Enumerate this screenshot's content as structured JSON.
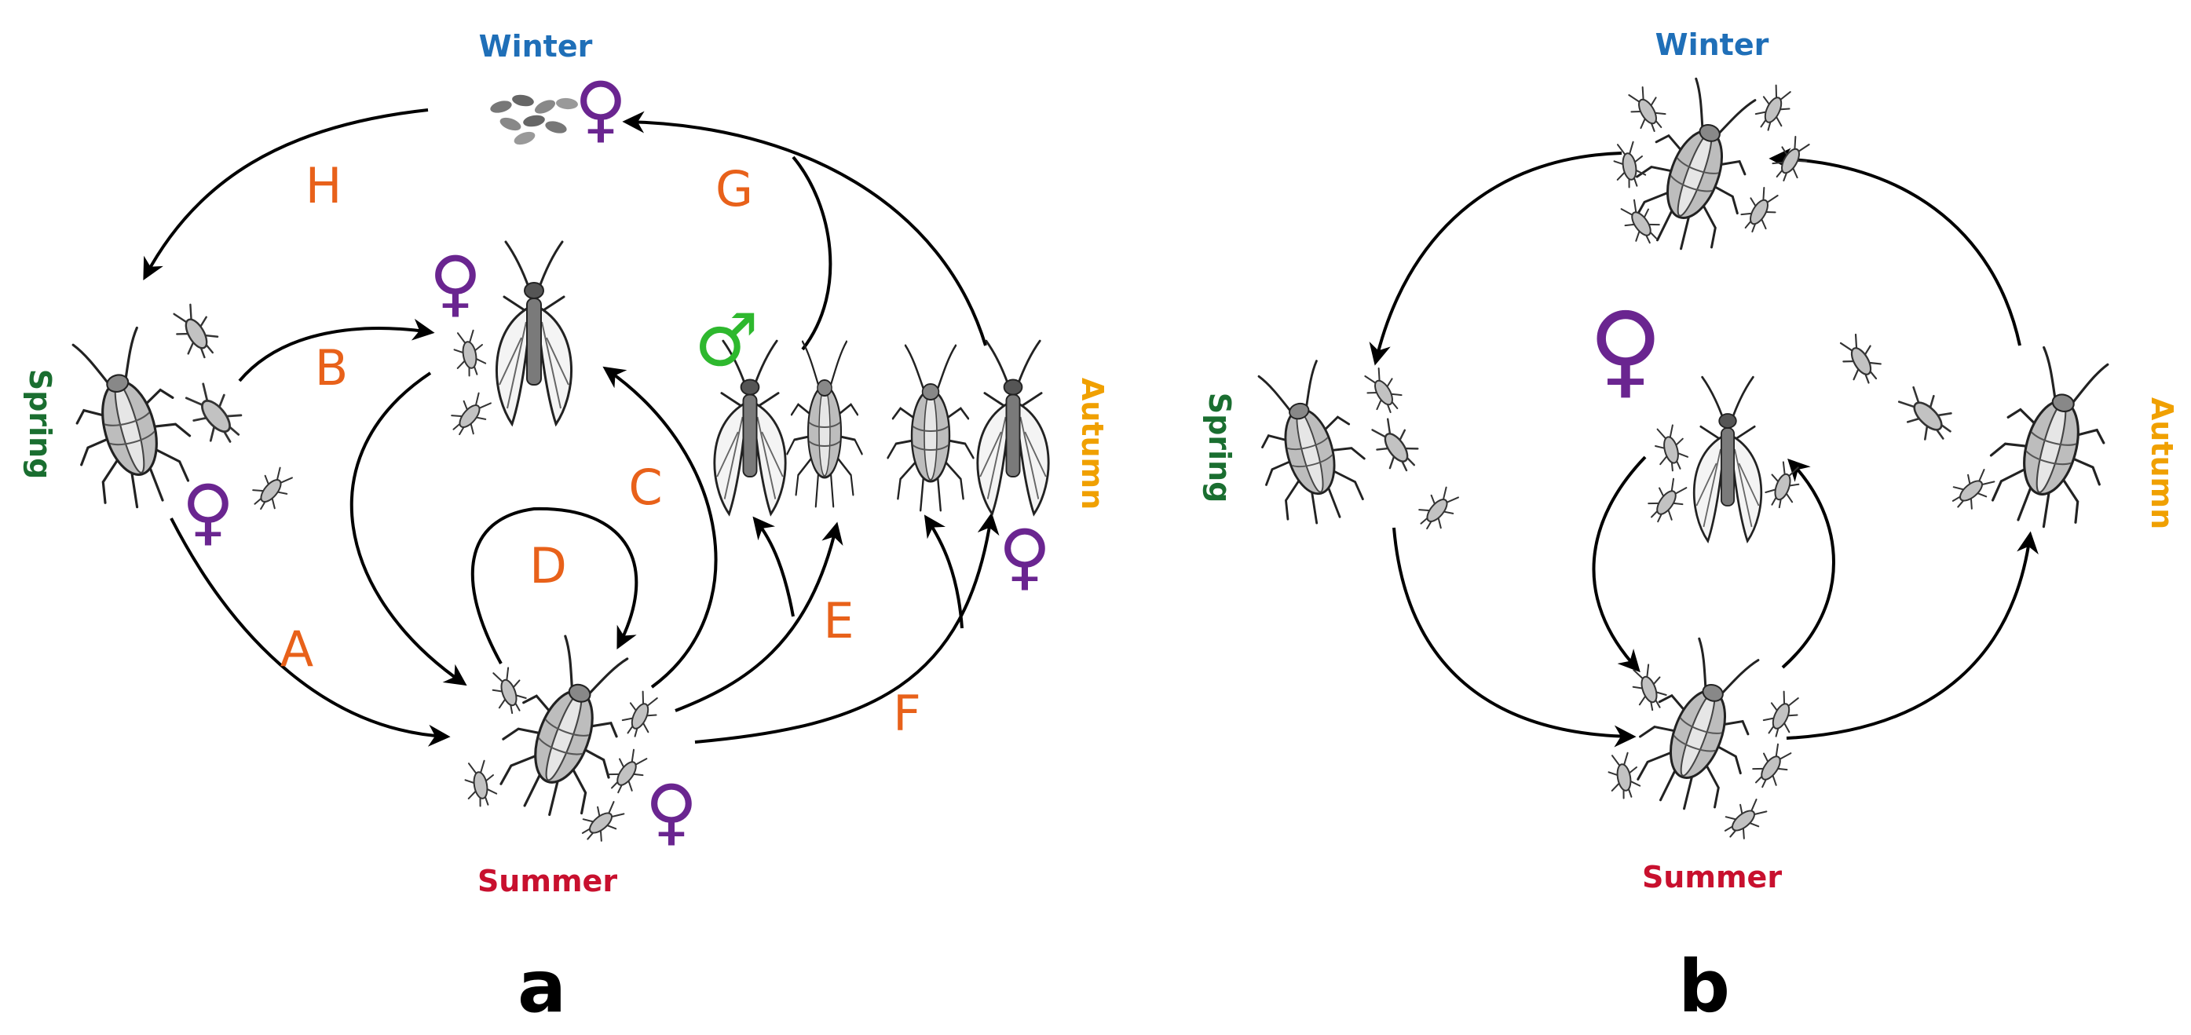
{
  "colors": {
    "winter": "#1f6fb8",
    "spring": "#1a6e30",
    "summer": "#c8102e",
    "autumn": "#f0a000",
    "letters": "#e8611a",
    "female": "#6a2590",
    "male": "#2eb82e"
  },
  "panel_a": {
    "panel_label": "a",
    "seasons": {
      "winter": "Winter",
      "spring": "Spring",
      "summer": "Summer",
      "autumn": "Autumn"
    },
    "paths": {
      "A": "A",
      "B": "B",
      "C": "C",
      "D": "D",
      "E": "E",
      "F": "F",
      "G": "G",
      "H": "H"
    },
    "female_symbol": "♀",
    "male_symbol": "♂"
  },
  "panel_b": {
    "panel_label": "b",
    "seasons": {
      "winter": "Winter",
      "spring": "Spring",
      "summer": "Summer",
      "autumn": "Autumn"
    },
    "female_symbol": "♀"
  }
}
